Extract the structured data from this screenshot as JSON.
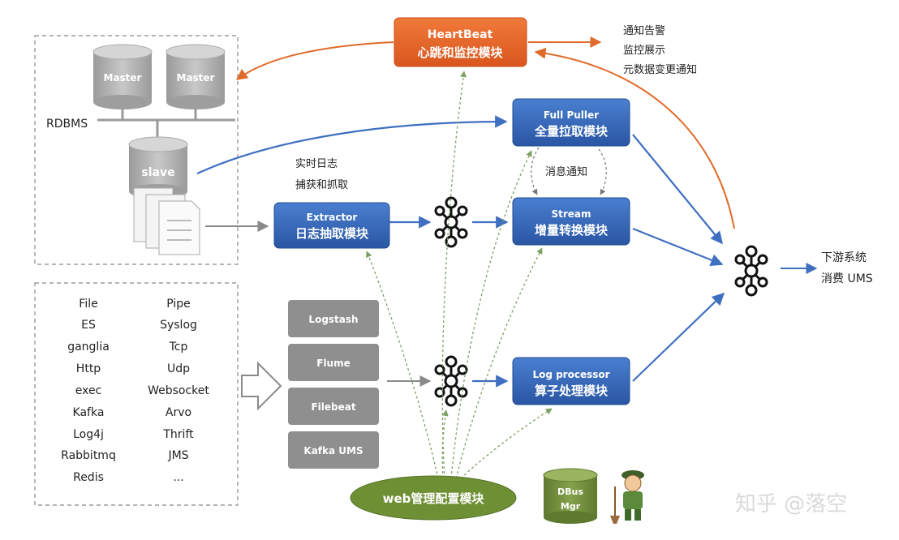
{
  "colors": {
    "blue_box": "#3565b5",
    "orange_box": "#e8642a",
    "gray_box": "#8f8f8f",
    "green_ellipse": "#6e8f33",
    "dbus_green": "#6f8a3a",
    "arrow_blue": "#3f6fc0",
    "arrow_orange": "#e06a2a",
    "arrow_gray": "#8a8a8a",
    "dashed_green": "#7aa060"
  },
  "heartbeat": {
    "title": "HeartBeat",
    "subtitle": "心跳和监控模块"
  },
  "alerts": {
    "line1": "通知告警",
    "line2": "监控展示",
    "line3": "元数据变更通知"
  },
  "rdbms": {
    "label": "RDBMS",
    "master1": "Master",
    "master2": "Master",
    "slave": "slave"
  },
  "realtime_log": {
    "line1": "实时日志",
    "line2": "捕获和抓取"
  },
  "full_puller": {
    "title": "Full Puller",
    "subtitle": "全量拉取模块"
  },
  "message_notify": "消息通知",
  "extractor": {
    "title": "Extractor",
    "subtitle": "日志抽取模块"
  },
  "stream": {
    "title": "Stream",
    "subtitle": "增量转换模块"
  },
  "log_processor": {
    "title": "Log processor",
    "subtitle": "算子处理模块"
  },
  "downstream": {
    "line1": "下游系统",
    "line2": "消费 UMS"
  },
  "sources_left": [
    "File",
    "ES",
    "ganglia",
    "Http",
    "exec",
    "Kafka",
    "Log4j",
    "Rabbitmq",
    "Redis"
  ],
  "sources_right": [
    "Pipe",
    "Syslog",
    "Tcp",
    "Udp",
    "Websocket",
    "Arvo",
    "Thrift",
    "JMS",
    "..."
  ],
  "collectors": [
    "Logstash",
    "Flume",
    "Filebeat",
    "Kafka UMS"
  ],
  "web_admin": "web管理配置模块",
  "dbus": {
    "line1": "DBus",
    "line2": "Mgr"
  },
  "watermark": "知乎 @落空"
}
